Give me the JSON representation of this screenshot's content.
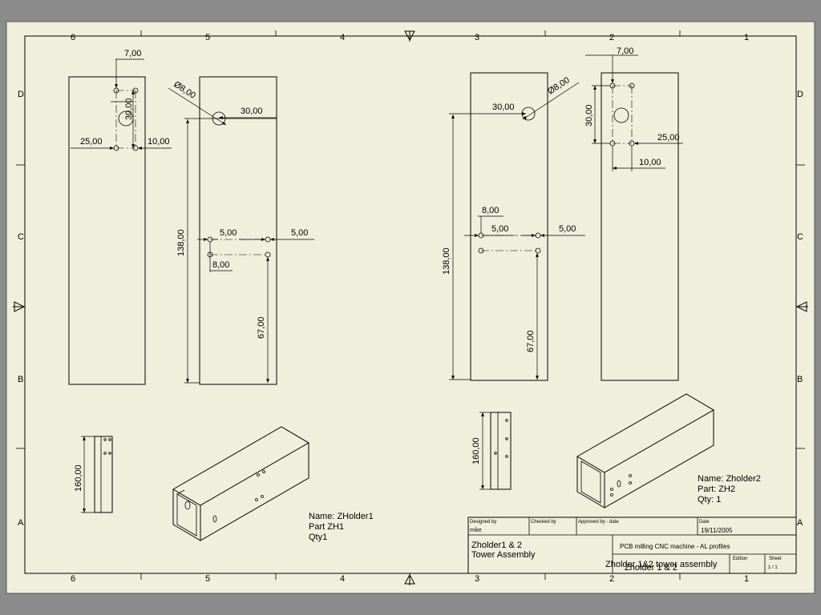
{
  "zones": {
    "columns": [
      "6",
      "5",
      "4",
      "3",
      "2",
      "1"
    ],
    "rows": [
      "D",
      "C",
      "B",
      "A"
    ]
  },
  "part_zh1": {
    "dims_left": {
      "d7": "7,00",
      "d30": "30,00",
      "d25": "25,00",
      "d10": "10,00"
    },
    "dims_front": {
      "dia8": "Ø8,00",
      "d30": "30,00",
      "d138": "138,00",
      "d5a": "5,00",
      "d5b": "5,00",
      "d8": "8,00",
      "d67": "67,00"
    },
    "dims_side": {
      "d160": "160,00"
    },
    "note": {
      "name": "Name: ZHolder1",
      "part": "Part ZH1",
      "qty": "Qty1"
    }
  },
  "part_zh2": {
    "dims_front": {
      "dia8": "Ø8,00",
      "d30": "30,00",
      "d138": "138,00",
      "d8": "8,00",
      "d5a": "5,00",
      "d5b": "5,00",
      "d67": "67,00"
    },
    "dims_right": {
      "d7": "7,00",
      "d30": "30,00",
      "d25": "25,00",
      "d10": "10,00"
    },
    "dims_side": {
      "d160": "160,00"
    },
    "note": {
      "name": "Name: Zholder2",
      "part": "Part: ZH2",
      "qty": "Qty: 1"
    }
  },
  "title_block": {
    "designed_by_label": "Designed by",
    "designed_by": "mike",
    "checked_by_label": "Checked by",
    "approved_by_label": "Approved by - date",
    "date_label": "Date",
    "date": "19/11/2005",
    "title_line1": "Zholder1 & 2",
    "title_line2": "Tower Assembly",
    "project": "PCB milling CNC machine - AL profiles",
    "drawing_name": "Zholder 1&2 tower assembly",
    "drawing_name_overlap": "Zholder 1 & 2",
    "edition_label": "Edition",
    "sheet_label": "Sheet",
    "sheet": "1 / 1"
  },
  "colors": {
    "paper": "#efefdc",
    "background": "#8b8b8b",
    "ink": "#000000"
  }
}
